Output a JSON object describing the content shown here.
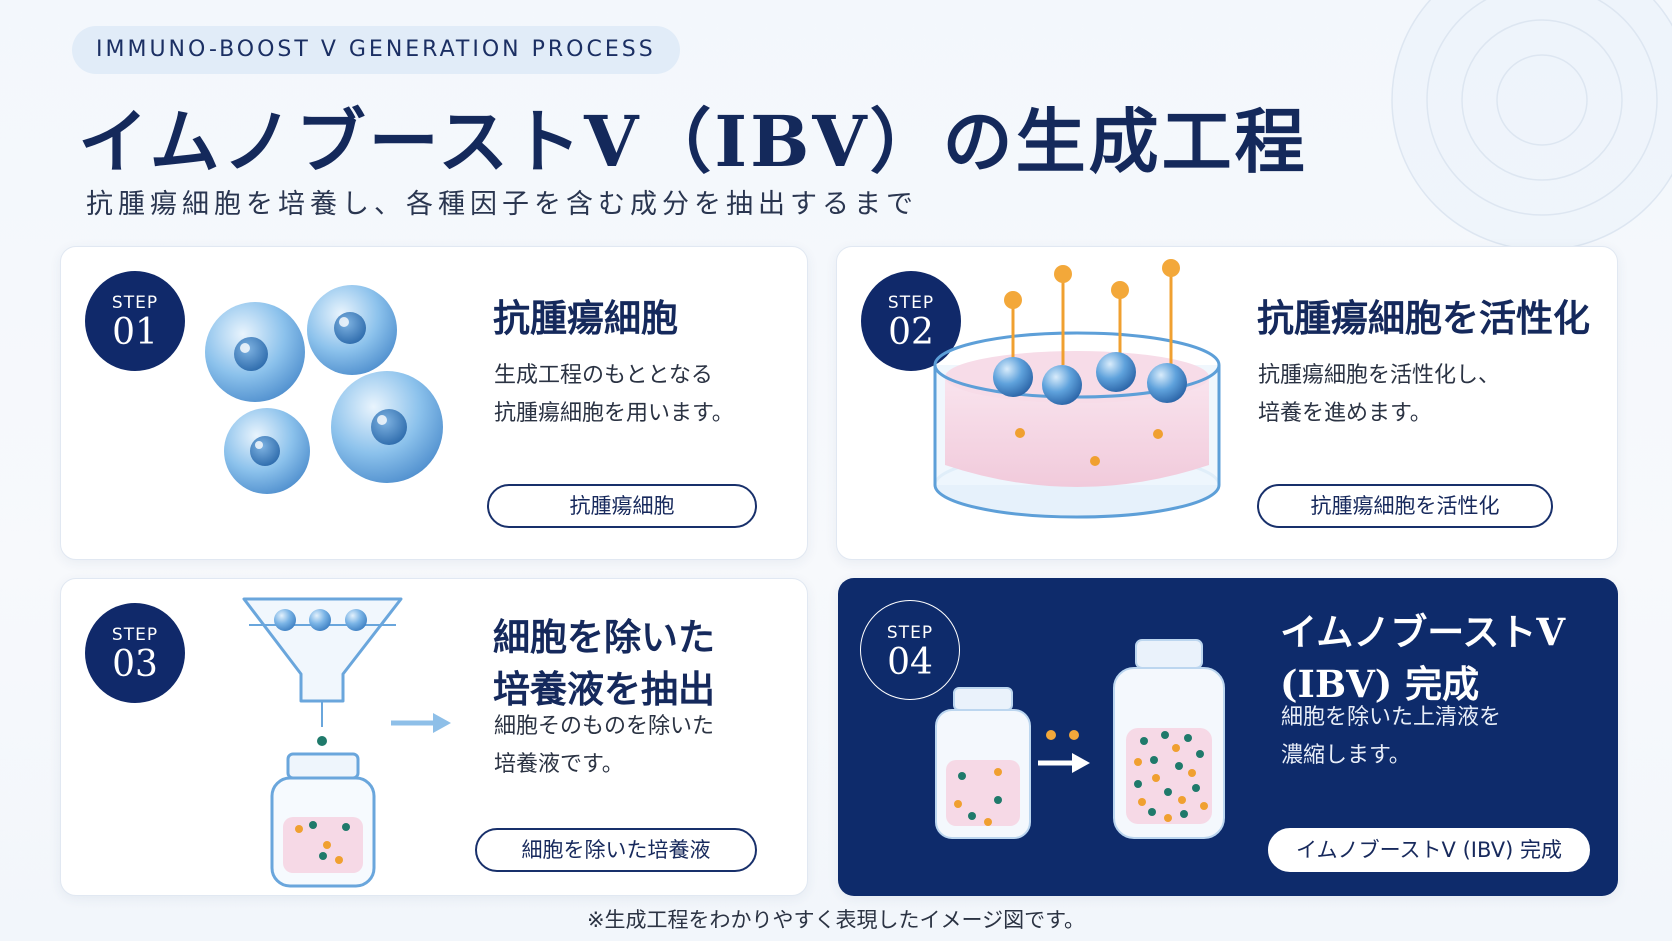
{
  "header": {
    "tag": "IMMUNO-BOOST V GENERATION PROCESS",
    "title": "イムノブーストV（IBV）の生成工程",
    "subtitle": "抗腫瘍細胞を培養し、各種因子を含む成分を抽出するまで"
  },
  "steps": [
    {
      "label": "STEP",
      "number": "01",
      "heading": [
        "抗腫瘍細胞"
      ],
      "description": [
        "生成工程のもととなる",
        "抗腫瘍細胞を用います。"
      ],
      "pill": "抗腫瘍細胞",
      "illustration": "tumor-cells"
    },
    {
      "label": "STEP",
      "number": "02",
      "heading": [
        "抗腫瘍細胞を活性化"
      ],
      "description": [
        "抗腫瘍細胞を活性化し、",
        "培養を進めます。"
      ],
      "pill": "抗腫瘍細胞を活性化",
      "illustration": "culture-dish"
    },
    {
      "label": "STEP",
      "number": "03",
      "heading": [
        "細胞を除いた",
        "培養液を抽出"
      ],
      "description": [
        "細胞そのものを除いた",
        "培養液です。"
      ],
      "pill": "細胞を除いた培養液",
      "illustration": "funnel-filter"
    },
    {
      "label": "STEP",
      "number": "04",
      "heading": [
        "イムノブーストV",
        "(IBV) 完成"
      ],
      "description": [
        "細胞を除いた上清液を",
        "濃縮します。"
      ],
      "pill": "イムノブーストV (IBV) 完成",
      "illustration": "concentrated-bottles"
    }
  ],
  "footnote": "※生成工程をわかりやすく表現したイメージ図です。",
  "colors": {
    "navy": "#10296a",
    "dark_card": "#0e2b6b",
    "cell_blue": "#5fa2dc",
    "liquid_pink": "#f6d9e6",
    "factor_orange": "#f0a030",
    "factor_green": "#1f7a6b",
    "accent_orange": "#f3a83a"
  }
}
